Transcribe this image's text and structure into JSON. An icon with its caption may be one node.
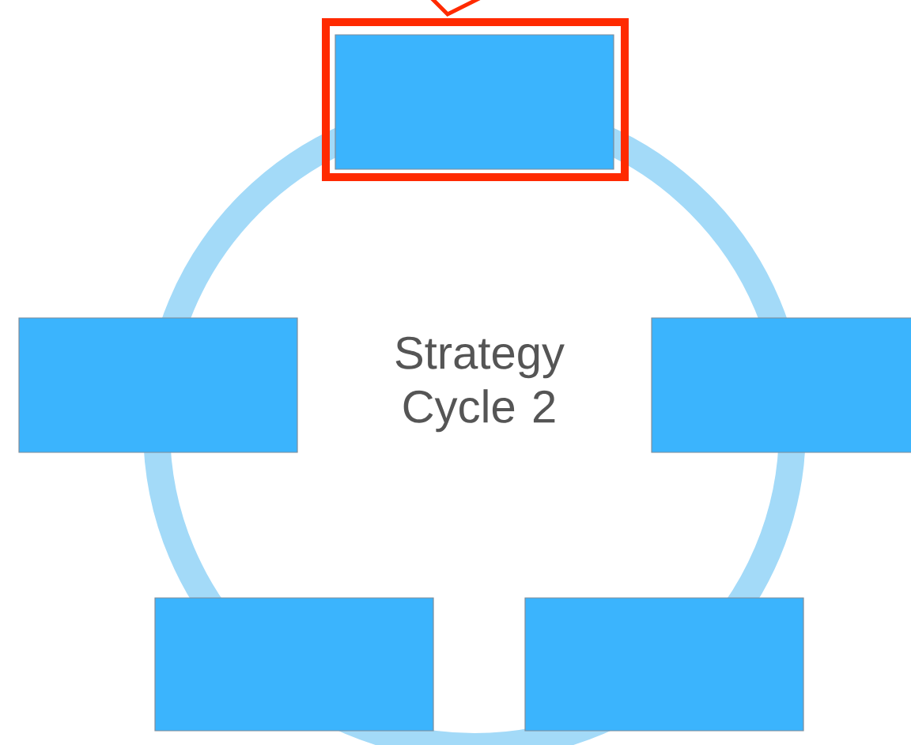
{
  "diagram": {
    "nodes": [
      {
        "text": [],
        "shape": "box"
      },
      {
        "text": [],
        "shape": "box"
      },
      {
        "text": [],
        "shape": "box"
      },
      {
        "text": [],
        "shape": "box"
      },
      {
        "text": [],
        "shape": "box"
      }
    ],
    "labels": [
      "Strategy Cycle 2"
    ]
  }
}
